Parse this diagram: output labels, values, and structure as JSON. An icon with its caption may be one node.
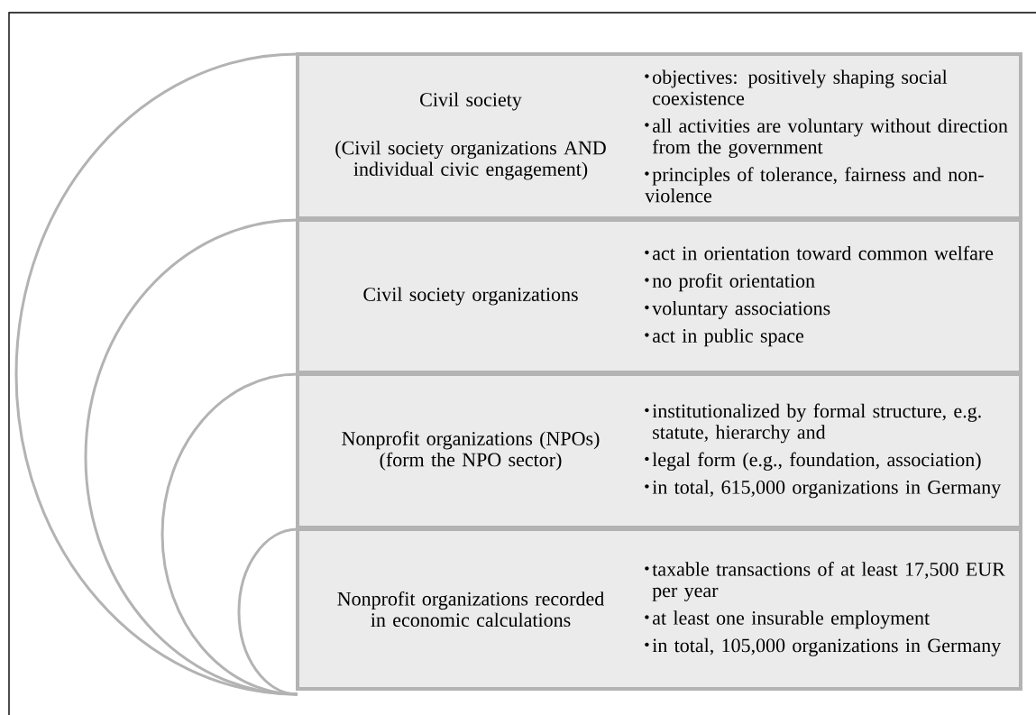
{
  "diagram": {
    "nodes": [
      {
        "text": [
          "Civil society",
          "(Civil society organizations AND individual civic engagement)",
          "objectives: positively shaping social coexistence",
          "all activities are voluntary without direction from the government",
          "principles of tolerance, fairness and non-violence"
        ]
      },
      {
        "text": [
          "Civil society organizations",
          "act in orientation toward common welfare",
          "no profit orientation",
          "voluntary associations",
          "act in public space"
        ]
      },
      {
        "text": [
          "Nonprofit organizations (NPOs)",
          "(form the NPO sector)",
          "institutionalized by formal structure, e.g. statute, hierarchy and",
          "legal form (e.g., foundation, association)",
          "in total, 615,000 organizations in Germany"
        ]
      },
      {
        "text": [
          "Nonprofit organizations recorded in economic calculations",
          "taxable transactions of at least 17,500 EUR per year",
          "at least one insurable employment",
          "in total, 105,000 organizations in Germany"
        ]
      }
    ]
  }
}
